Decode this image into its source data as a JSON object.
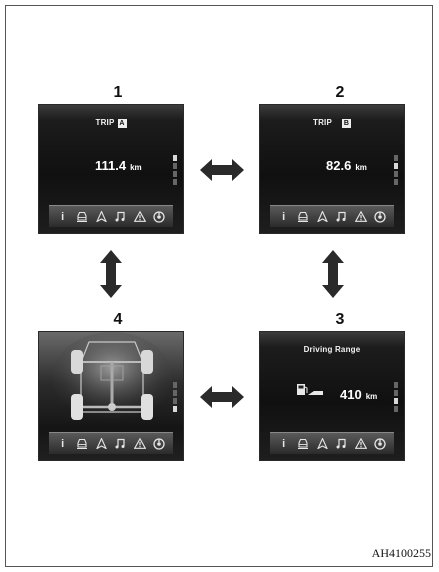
{
  "panels": {
    "p1": {
      "number": "1",
      "title": "TRIP",
      "badge": "A",
      "value": "111.4",
      "unit": "km"
    },
    "p2": {
      "number": "2",
      "title": "TRIP",
      "badge": "B",
      "value": "82.6",
      "unit": "km"
    },
    "p3": {
      "number": "3",
      "title": "Driving Range",
      "value": "410",
      "unit": "km",
      "icon": "fuel-range-icon"
    },
    "p4": {
      "number": "4",
      "icon": "vehicle-chassis-icon"
    }
  },
  "icon_bar": {
    "info_label": "i",
    "items": [
      "info-icon",
      "vehicle-icon",
      "navigation-icon",
      "music-icon",
      "warning-icon",
      "settings-icon"
    ]
  },
  "arrows": [
    "double-arrow-horizontal-icon",
    "double-arrow-vertical-icon"
  ],
  "figure_code": "AH4100255",
  "colors": {
    "screen_bg": "#101010",
    "text": "#ffffff",
    "bar": "#3a3a3a"
  }
}
